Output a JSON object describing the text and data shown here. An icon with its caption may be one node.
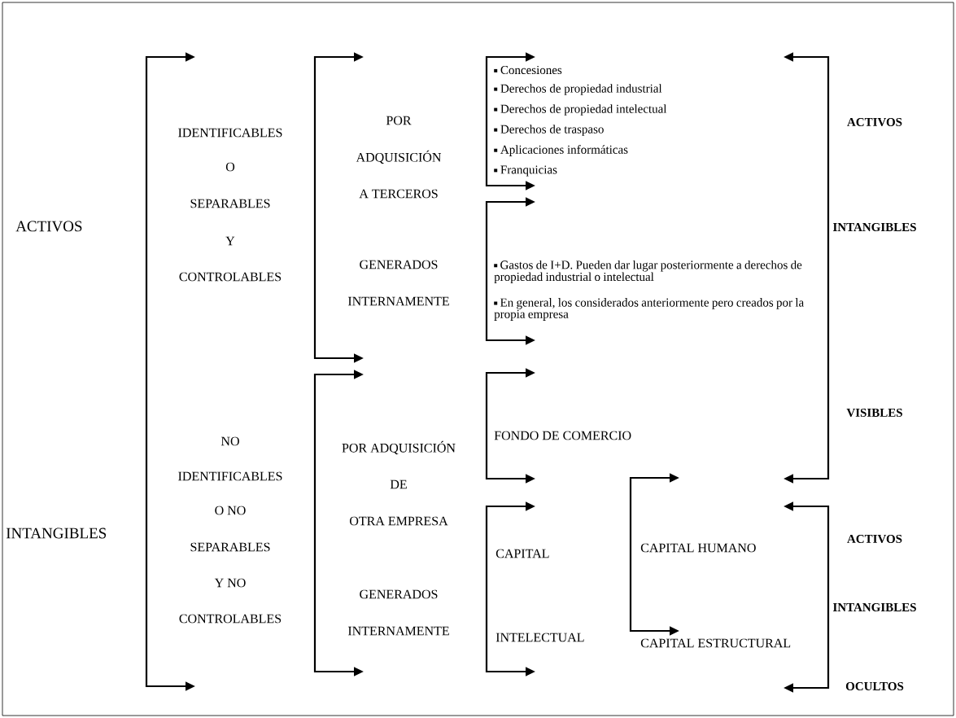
{
  "diagram": {
    "labels": [
      "ACTIVOS",
      "IDENTIFICABLES",
      "O",
      "SEPARABLES",
      "Y",
      "CONTROLABLES",
      "POR",
      "ADQUISICIÓN",
      "A TERCEROS",
      "Concesiones",
      "Derechos de propiedad industrial",
      "Derechos de propiedad intelectual",
      "Derechos de traspaso",
      "Aplicaciones informáticas",
      "Franquicias",
      "ACTIVOS",
      "INTANGIBLES",
      "GENERADOS",
      "INTERNAMENTE",
      "Gastos de I+D. Pueden dar lugar posteriormente a derechos de propiedad industrial o intelectual",
      "En general, los considerados anteriormente pero creados por la propia empresa",
      "VISIBLES",
      "NO",
      "IDENTIFICABLES",
      "O NO",
      "SEPARABLES",
      "Y NO",
      "CONTROLABLES",
      "POR ADQUISICIÓN",
      "FONDO DE COMERCIO",
      "DE",
      "OTRA EMPRESA",
      "INTANGIBLES",
      "ACTIVOS",
      "CAPITAL",
      "CAPITAL HUMANO",
      "GENERADOS",
      "INTANGIBLES",
      "INTERNAMENTE",
      "INTELECTUAL",
      "CAPITAL ESTRUCTURAL",
      "OCULTOS"
    ]
  }
}
